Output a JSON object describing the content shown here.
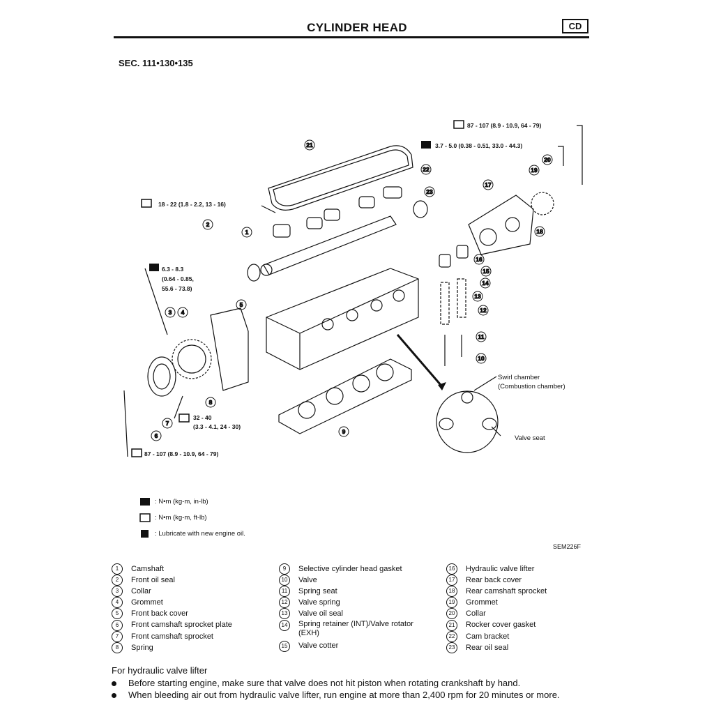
{
  "header": {
    "title": "CYLINDER HEAD",
    "code": "CD",
    "section": "SEC. 111•130•135"
  },
  "diagram": {
    "torque_callouts": [
      "87 - 107 (8.9 - 10.9, 64 - 79)",
      "3.7 - 5.0 (0.38 - 0.51, 33.0 - 44.3)",
      "18 - 22 (1.8 - 2.2, 13 - 16)",
      "6.3 - 8.3",
      "(0.64 - 0.85,",
      "55.6 - 73.8)",
      "32 - 40",
      "(3.3 - 4.1, 24 - 30)",
      "87 - 107 (8.9 - 10.9, 64 - 79)"
    ],
    "labels": {
      "swirl_1": "Swirl chamber",
      "swirl_2": "(Combustion chamber)",
      "valve_seat": "Valve seat"
    }
  },
  "legend": [
    {
      "icon": "torque-wrench-nm-kgm-inlb-icon",
      "text": ": N•m (kg-m, in-lb)"
    },
    {
      "icon": "torque-wrench-nm-kgm-ftlb-icon",
      "text": ": N•m (kg-m, ft-lb)"
    },
    {
      "icon": "oil-can-icon",
      "text": ": Lubricate with new engine oil."
    }
  ],
  "figure_code": "SEM226F",
  "parts": [
    {
      "num": "1",
      "name": "Camshaft"
    },
    {
      "num": "2",
      "name": "Front oil seal"
    },
    {
      "num": "3",
      "name": "Collar"
    },
    {
      "num": "4",
      "name": "Grommet"
    },
    {
      "num": "5",
      "name": "Front back cover"
    },
    {
      "num": "6",
      "name": "Front camshaft sprocket plate"
    },
    {
      "num": "7",
      "name": "Front camshaft sprocket"
    },
    {
      "num": "8",
      "name": "Spring"
    },
    {
      "num": "9",
      "name": "Selective cylinder head gasket"
    },
    {
      "num": "10",
      "name": "Valve"
    },
    {
      "num": "11",
      "name": "Spring seat"
    },
    {
      "num": "12",
      "name": "Valve spring"
    },
    {
      "num": "13",
      "name": "Valve oil seal"
    },
    {
      "num": "14",
      "name": "Spring retainer (INT)/Valve rotator (EXH)"
    },
    {
      "num": "15",
      "name": "Valve cotter"
    },
    {
      "num": "16",
      "name": "Hydraulic valve lifter"
    },
    {
      "num": "17",
      "name": "Rear back cover"
    },
    {
      "num": "18",
      "name": "Rear camshaft sprocket"
    },
    {
      "num": "19",
      "name": "Grommet"
    },
    {
      "num": "20",
      "name": "Collar"
    },
    {
      "num": "21",
      "name": "Rocker cover gasket"
    },
    {
      "num": "22",
      "name": "Cam bracket"
    },
    {
      "num": "23",
      "name": "Rear oil seal"
    }
  ],
  "notes": {
    "heading": "For hydraulic valve lifter",
    "items": [
      "Before starting engine, make sure that valve does not hit piston when rotating crankshaft by hand.",
      "When bleeding air out from hydraulic valve lifter, run engine at more than 2,400 rpm for 20 minutes or more."
    ]
  }
}
